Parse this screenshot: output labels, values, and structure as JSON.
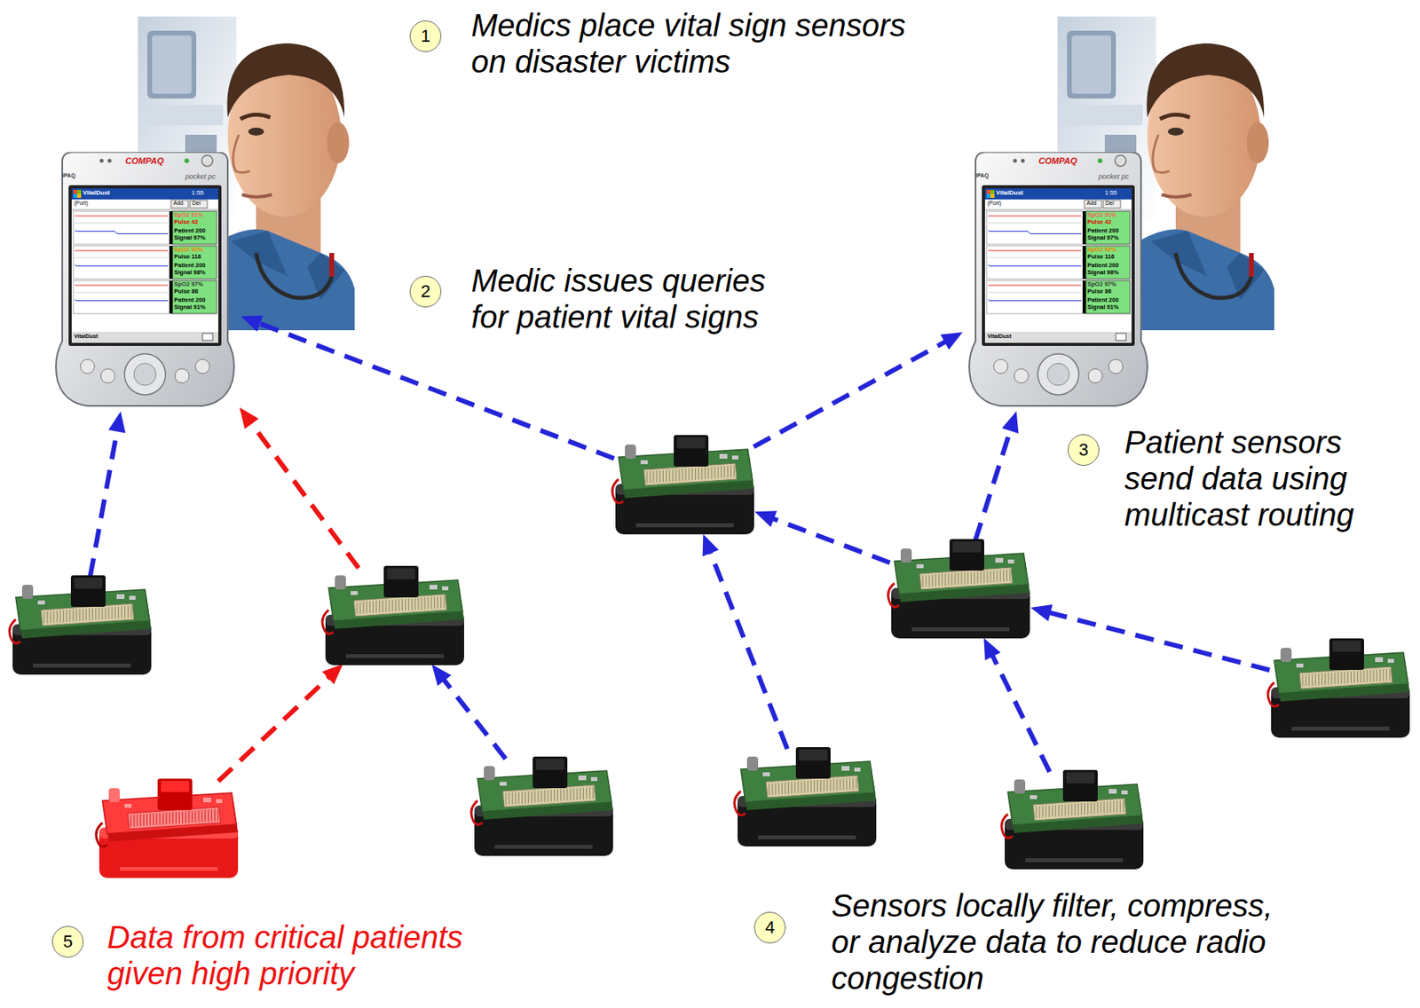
{
  "diagram": {
    "nodes": [
      {
        "text": [
          "1",
          "Medics place vital sign sensors on disaster victims"
        ]
      },
      {
        "text": [
          "COMPAQ",
          "iPAQ",
          "pocket pc",
          "VitalDust",
          "1:55",
          "(Port)",
          "Add",
          "Del",
          "SpO2 91%",
          "Pulse 42",
          "Patient 200",
          "Signal 97%",
          "SpO2 92%",
          "Pulse 116",
          "Patient 200",
          "Signal 98%",
          "SpO2 97%",
          "Pulse 86",
          "Patient 200",
          "Signal 91%",
          "VitalDust"
        ]
      },
      {
        "text": [
          "COMPAQ",
          "iPAQ",
          "pocket pc",
          "VitalDust",
          "1:55",
          "(Port)",
          "Add",
          "Del",
          "SpO2 91%",
          "Pulse 42",
          "Patient 200",
          "Signal 97%",
          "SpO2 92%",
          "Pulse 116",
          "Patient 200",
          "Signal 98%",
          "SpO2 97%",
          "Pulse 86",
          "Patient 200",
          "Signal 91%",
          "VitalDust"
        ]
      },
      {
        "text": [
          "2",
          "Medic issues queries for patient vital signs"
        ]
      },
      {
        "text": [
          "3",
          "Patient sensors send data using multicast routing"
        ]
      },
      {
        "text": []
      },
      {
        "text": []
      },
      {
        "text": []
      },
      {
        "text": []
      },
      {
        "text": []
      },
      {
        "text": []
      },
      {
        "text": []
      },
      {
        "text": []
      },
      {
        "text": []
      },
      {
        "text": [
          "5",
          "Data from critical patients given high priority"
        ]
      },
      {
        "text": [
          "4",
          "Sensors locally filter, compress, or analyze data to reduce radio congestion"
        ]
      }
    ],
    "edges": [
      {
        "from": 7,
        "to": 1,
        "arrow": "to"
      },
      {
        "from": 8,
        "to": 1,
        "arrow": "to"
      },
      {
        "from": 13,
        "to": 8,
        "arrow": "to"
      },
      {
        "from": 11,
        "to": 8,
        "arrow": "to"
      },
      {
        "from": 5,
        "to": 1,
        "arrow": "to"
      },
      {
        "from": 5,
        "to": 2,
        "arrow": "to"
      },
      {
        "from": 10,
        "to": 5,
        "arrow": "to"
      },
      {
        "from": 6,
        "to": 5,
        "arrow": "to"
      },
      {
        "from": 6,
        "to": 2,
        "arrow": "to"
      },
      {
        "from": 12,
        "to": 6,
        "arrow": "to"
      },
      {
        "from": 9,
        "to": 6,
        "arrow": "to"
      }
    ]
  }
}
